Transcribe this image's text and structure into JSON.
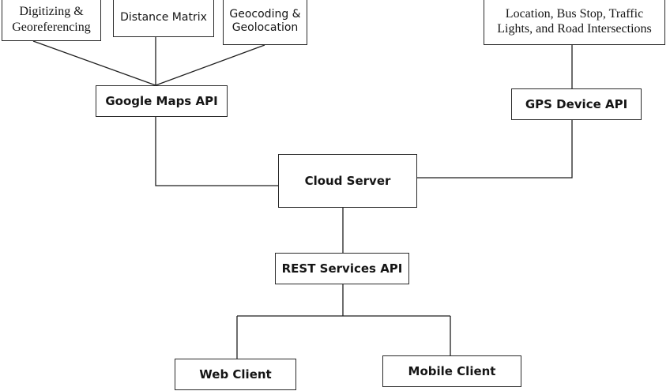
{
  "diagram": {
    "boxes": {
      "digitizing": [
        "Digitizing &",
        "Georeferencing"
      ],
      "distance_matrix": "Distance Matrix",
      "geocoding": [
        "Geocoding &",
        "Geolocation"
      ],
      "location_info": [
        "Location, Bus Stop, Traffic",
        "Lights, and Road Intersections"
      ],
      "google_maps_api": "Google Maps API",
      "gps_device_api": "GPS Device API",
      "cloud_server": "Cloud Server",
      "rest_services_api": "REST Services API",
      "web_client": "Web Client",
      "mobile_client": "Mobile Client"
    },
    "colors": {
      "line": "#1f1f1f",
      "border": "#2a2a2a",
      "text": "#151515",
      "background": "#ffffff"
    }
  }
}
